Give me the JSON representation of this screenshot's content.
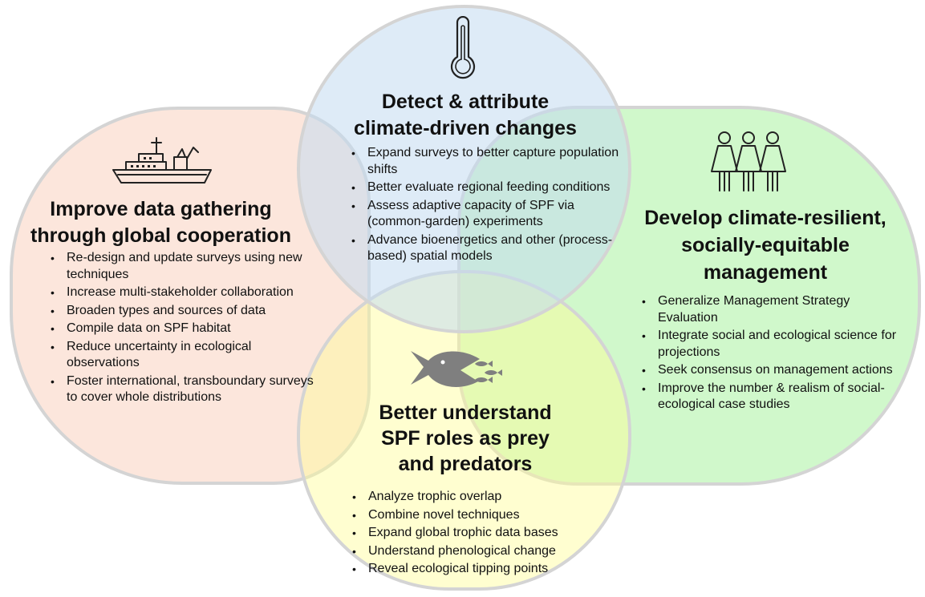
{
  "sections": {
    "top": {
      "icon": "thermometer-icon",
      "title_lines": [
        "Detect & attribute",
        "climate-driven changes"
      ],
      "bullets": [
        "Expand surveys to better capture population shifts",
        "Better evaluate regional feeding conditions",
        "Assess adaptive capacity of SPF via (common-garden) experiments",
        "Advance bioenergetics and other (process-based) spatial models"
      ]
    },
    "left": {
      "icon": "research-vessel-icon",
      "title_lines": [
        "Improve data gathering",
        "through global cooperation"
      ],
      "bullets": [
        "Re-design and update surveys using new techniques",
        "Increase multi-stakeholder collaboration",
        "Broaden types and sources of data",
        "Compile data on SPF habitat",
        "Reduce uncertainty in ecological observations",
        "Foster international, transboundary surveys to cover whole distributions"
      ]
    },
    "right": {
      "icon": "people-group-icon",
      "title_lines": [
        "Develop climate-resilient,",
        "socially-equitable",
        "management"
      ],
      "bullets": [
        "Generalize Management Strategy Evaluation",
        "Integrate social and ecological science for projections",
        "Seek consensus on management actions",
        "Improve the number & realism of social-ecological case studies"
      ]
    },
    "bottom": {
      "icon": "fish-eating-fish-icon",
      "title_lines": [
        "Better understand",
        "SPF roles as prey",
        "and predators"
      ],
      "bullets": [
        "Analyze trophic overlap",
        "Combine novel techniques",
        "Expand global trophic data bases",
        "Understand phenological change",
        "Reveal ecological tipping points"
      ]
    }
  },
  "colors": {
    "top_fill": "#c3daf0",
    "left_fill": "#f9cdb9",
    "right_fill": "#96f08c",
    "bottom_fill": "#fffc96",
    "outline": "#d4d4d4",
    "icon_fish": "#7f7f7f",
    "text": "#111111"
  }
}
